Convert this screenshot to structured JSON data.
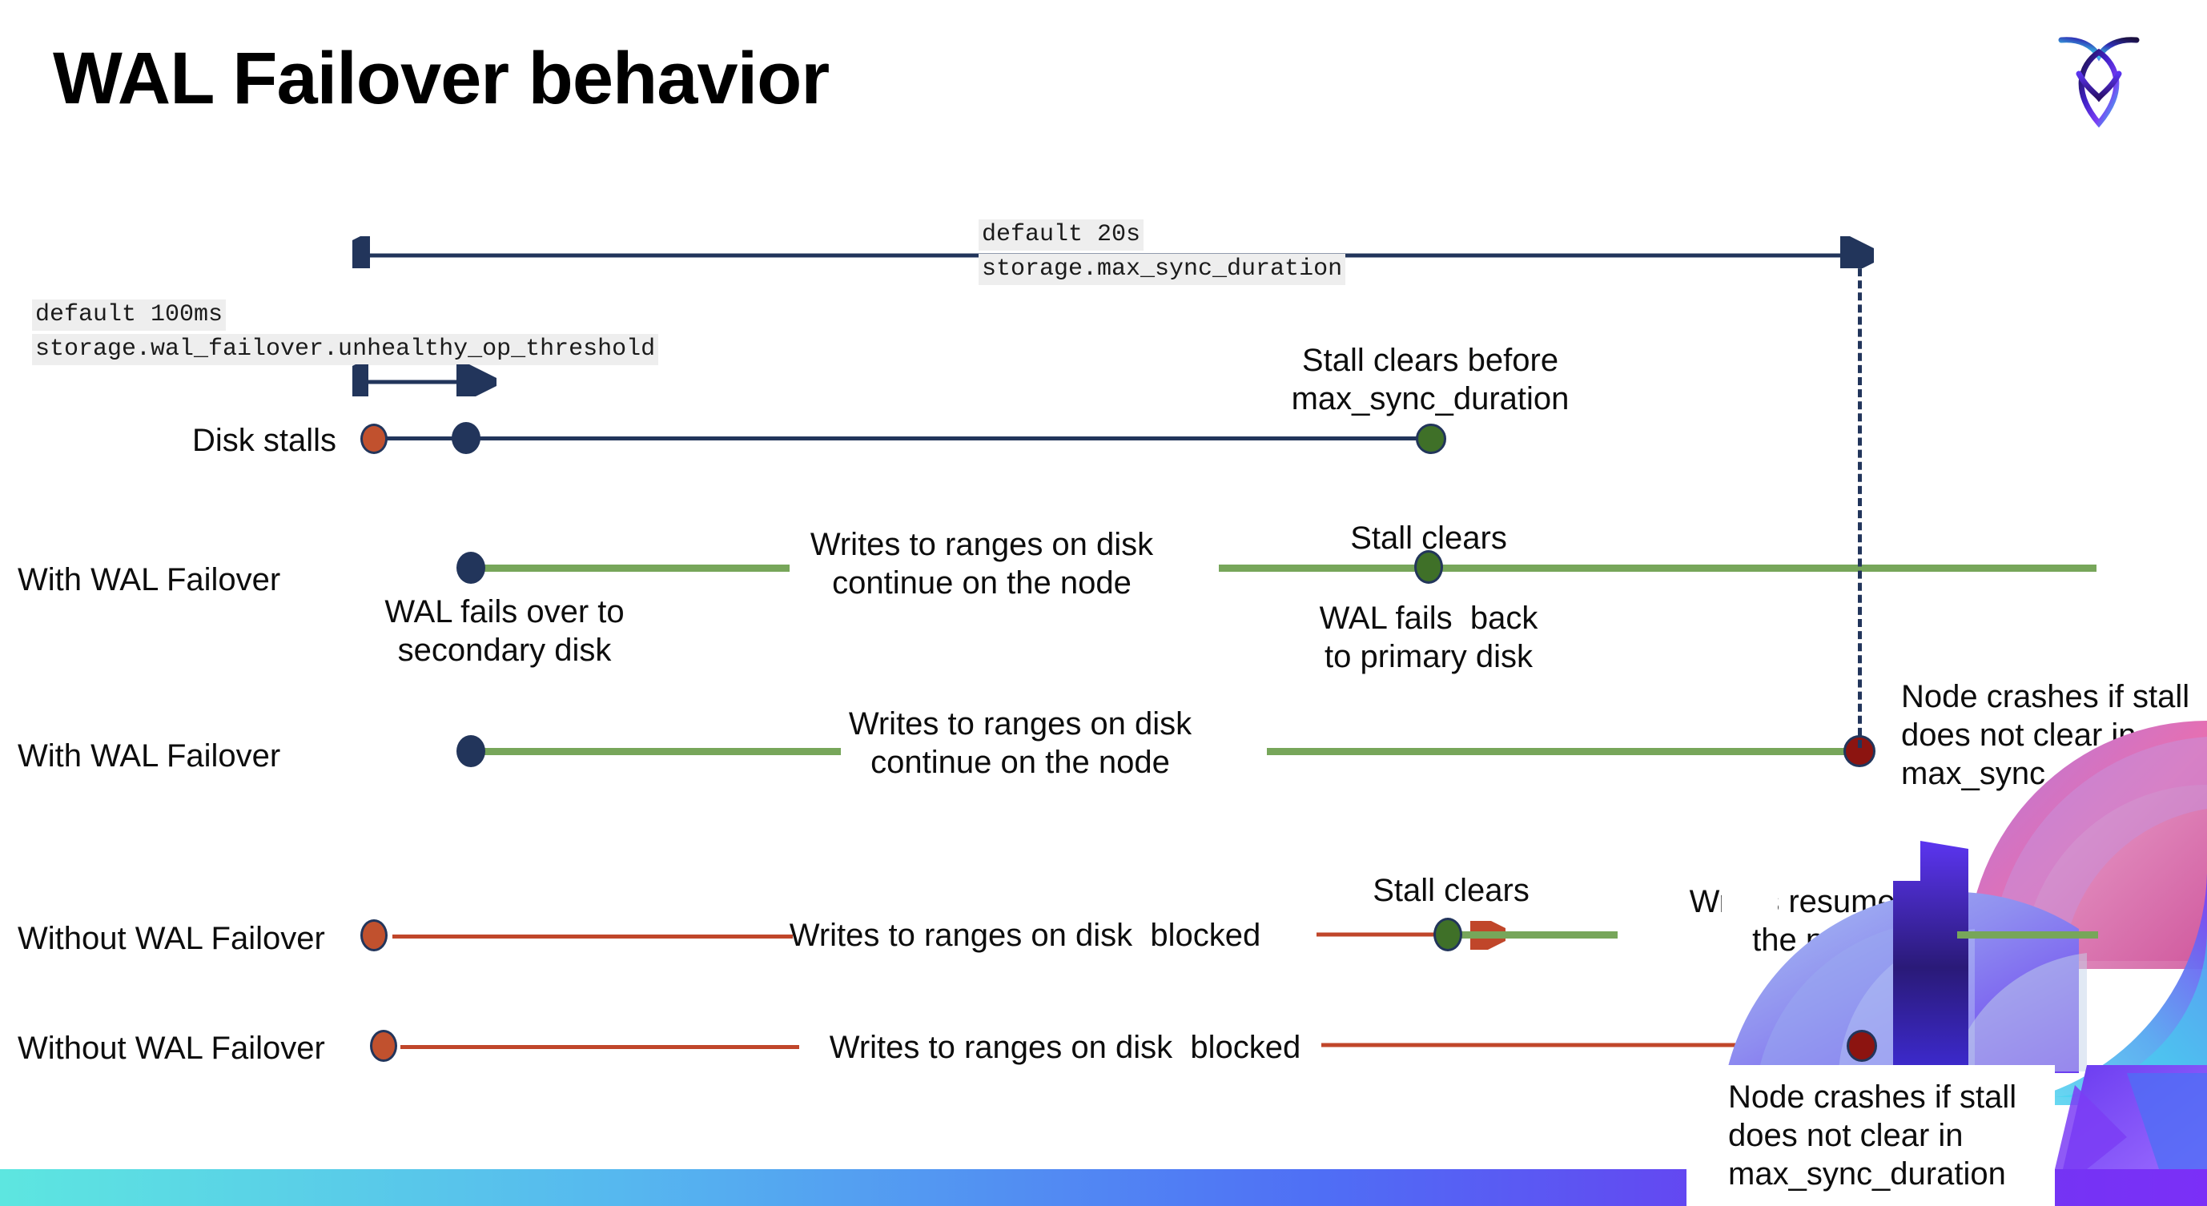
{
  "slide": {
    "title": "WAL Failover behavior",
    "logo_name": "cockroachdb-logo"
  },
  "colors": {
    "navy": "#22355b",
    "green_rail": "#77a65a",
    "red_rail": "#c0462a",
    "dot_orange": "#c1512e",
    "dot_green": "#3f7028",
    "dot_darkred": "#8c1410",
    "code_chip_bg": "#eeeeee",
    "bottom_bar_gradient": [
      "#5de6e0",
      "#56b8ef",
      "#4f6ef5",
      "#6a3bf0",
      "#7b2ff7"
    ]
  },
  "annotations": {
    "max_sync_default": "default 20s",
    "max_sync_setting": "storage.max_sync_duration",
    "unhealthy_default": "default 100ms",
    "unhealthy_setting": "storage.wal_failover.unhealthy_op_threshold"
  },
  "rows": [
    {
      "id": "disk-stalls",
      "label": "Disk stalls",
      "notes": [
        {
          "id": "stall-clears-before",
          "text": "Stall clears before\nmax_sync_duration"
        }
      ]
    },
    {
      "id": "with-wal-failover-1",
      "label": "With WAL Failover",
      "notes": [
        {
          "id": "wal-fails-over",
          "text": "WAL fails over to\nsecondary disk"
        },
        {
          "id": "writes-continue-1",
          "text": "Writes to ranges on disk\ncontinue on the node"
        },
        {
          "id": "stall-clears-1",
          "text": "Stall clears"
        },
        {
          "id": "wal-fails-back",
          "text": "WAL fails  back\nto primary disk"
        }
      ]
    },
    {
      "id": "with-wal-failover-2",
      "label": "With WAL Failover",
      "notes": [
        {
          "id": "writes-continue-2",
          "text": "Writes to ranges on disk\ncontinue on the node"
        },
        {
          "id": "node-crashes-1",
          "text": "Node crashes if stall\ndoes not clear in\nmax_sync_duration"
        }
      ]
    },
    {
      "id": "without-wal-failover-1",
      "label": "Without WAL Failover",
      "notes": [
        {
          "id": "writes-blocked-1",
          "text": "Writes to ranges on disk  blocked"
        },
        {
          "id": "stall-clears-2",
          "text": "Stall clears"
        },
        {
          "id": "writes-resume",
          "text": "Writes resume on\nthe node"
        }
      ]
    },
    {
      "id": "without-wal-failover-2",
      "label": "Without WAL Failover",
      "notes": [
        {
          "id": "writes-blocked-2",
          "text": "Writes to ranges on disk  blocked"
        },
        {
          "id": "node-crashes-2",
          "text": "Node crashes if stall\ndoes not clear in\nmax_sync_duration"
        }
      ]
    }
  ],
  "markers": {
    "disk_stall_start": "stall-start-marker",
    "failover_trigger": "failover-trigger-marker",
    "stall_cleared": "stall-cleared-marker",
    "node_crash": "node-crash-marker"
  }
}
